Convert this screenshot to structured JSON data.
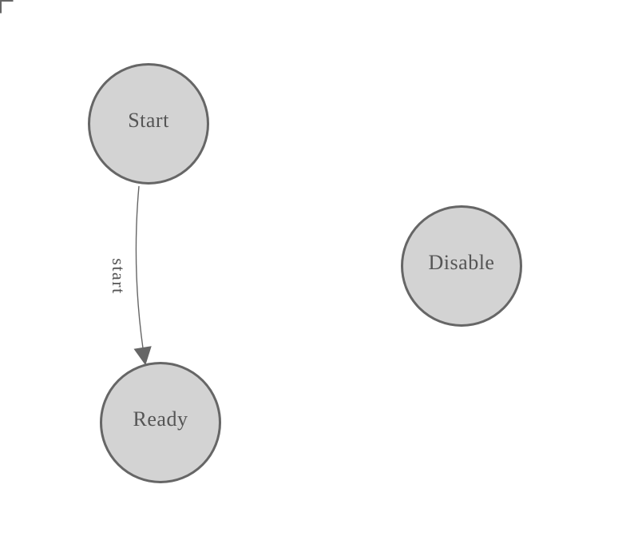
{
  "diagram": {
    "type": "state-diagram",
    "nodes": [
      {
        "id": "start",
        "label": "Start"
      },
      {
        "id": "ready",
        "label": "Ready"
      },
      {
        "id": "disable",
        "label": "Disable"
      }
    ],
    "edges": [
      {
        "source": "Start",
        "target": "Ready",
        "label": "start",
        "direction": "Start -> Ready"
      }
    ],
    "colors": {
      "background": "#ffffff",
      "node_fill": "#d3d3d3",
      "node_border": "#666666",
      "node_text": "#555555",
      "edge_stroke": "#666666",
      "arrowhead_fill": "#666666",
      "edge_label_text": "#555555",
      "corner_mark": "#666666"
    }
  }
}
